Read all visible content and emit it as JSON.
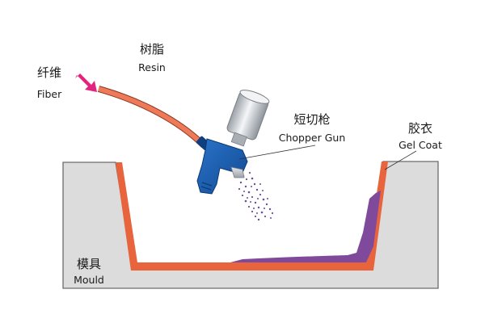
{
  "labels": {
    "fiber": {
      "zh": "纤维",
      "en": "Fiber"
    },
    "resin": {
      "zh": "树脂",
      "en": "Resin"
    },
    "chopper_gun": {
      "zh": "短切枪",
      "en": "Chopper Gun"
    },
    "gel_coat": {
      "zh": "胶衣",
      "en": "Gel Coat"
    },
    "mould": {
      "zh": "模具",
      "en": "Mould"
    }
  },
  "colors": {
    "mould_fill": "#dcdcdc",
    "mould_stroke": "#6b6b6b",
    "gel_coat": "#e8643c",
    "resin_hose": "#ef7a5a",
    "laminate": "#7f4a9c",
    "gun_body": "#1a5fb4",
    "cup": "#c8cdd2",
    "fiber_arrow": "#e4237f",
    "spray_dots": "#6a4fa0"
  }
}
